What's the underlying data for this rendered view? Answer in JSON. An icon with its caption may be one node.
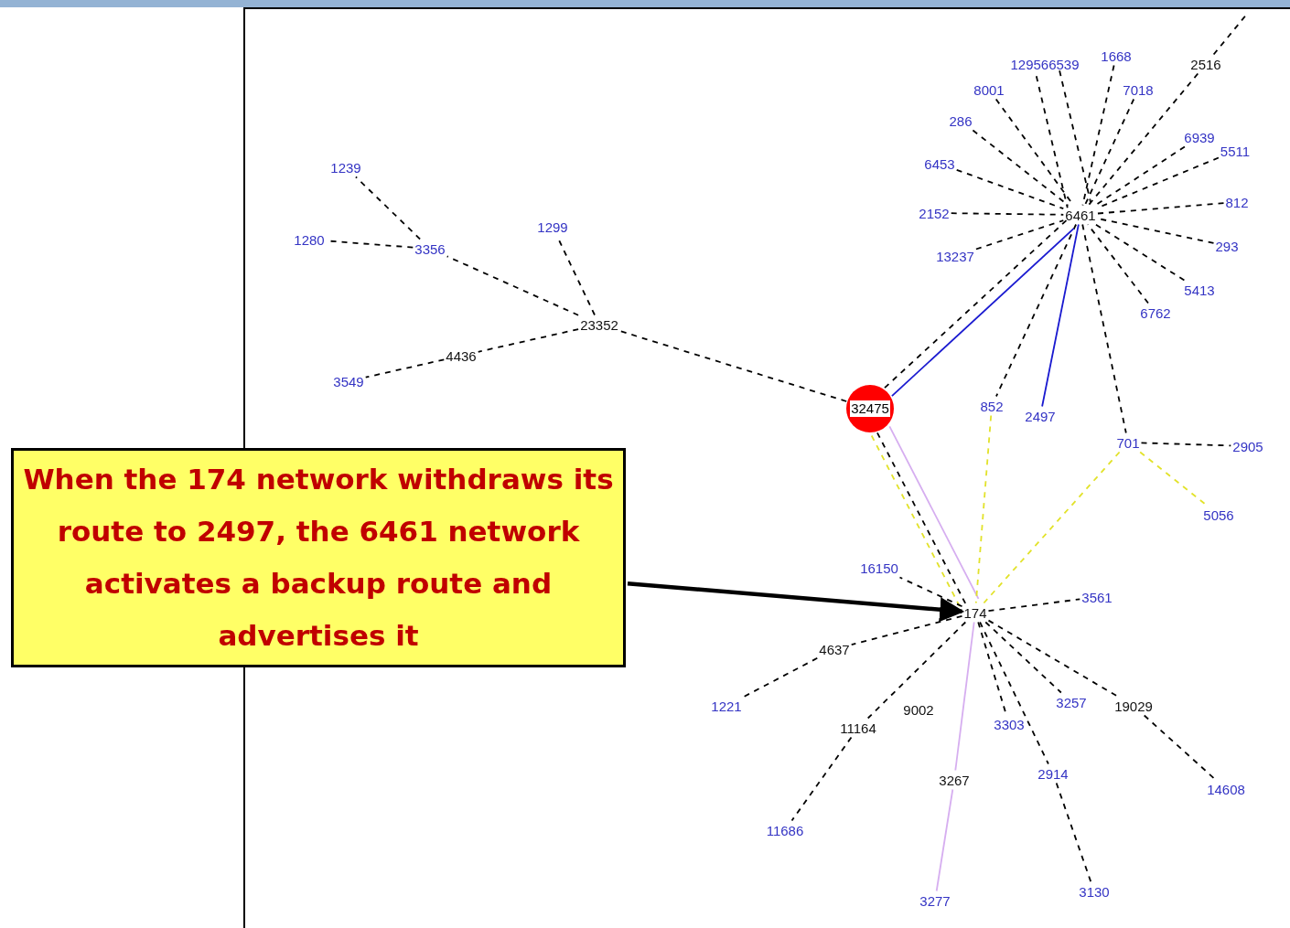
{
  "diagram": {
    "nodes": [
      {
        "text": [
          "When the 174 network withdraws its route to 2497, the 6461 network activates a backup route and advertises it"
        ]
      },
      {
        "text": [
          "6461"
        ]
      },
      {
        "text": [
          "129566539"
        ]
      },
      {
        "text": [
          "1668"
        ]
      },
      {
        "text": [
          "7018"
        ]
      },
      {
        "text": [
          "2516"
        ]
      },
      {
        "text": [
          "8001"
        ]
      },
      {
        "text": [
          "286"
        ]
      },
      {
        "text": [
          "6453"
        ]
      },
      {
        "text": [
          "2152"
        ]
      },
      {
        "text": [
          "13237"
        ]
      },
      {
        "text": [
          "6939"
        ]
      },
      {
        "text": [
          "5511"
        ]
      },
      {
        "text": [
          "812"
        ]
      },
      {
        "text": [
          "293"
        ]
      },
      {
        "text": [
          "5413"
        ]
      },
      {
        "text": [
          "6762"
        ]
      },
      {
        "text": [
          "852"
        ]
      },
      {
        "text": [
          "2497"
        ]
      },
      {
        "text": [
          "701"
        ]
      },
      {
        "text": [
          "2905"
        ]
      },
      {
        "text": [
          "5056"
        ]
      },
      {
        "text": [
          "32475"
        ]
      },
      {
        "text": [
          "23352"
        ]
      },
      {
        "text": [
          "1299"
        ]
      },
      {
        "text": [
          "3356"
        ]
      },
      {
        "text": [
          "1239"
        ]
      },
      {
        "text": [
          "1280"
        ]
      },
      {
        "text": [
          "4436"
        ]
      },
      {
        "text": [
          "3549"
        ]
      },
      {
        "text": [
          "174"
        ]
      },
      {
        "text": [
          "16150"
        ]
      },
      {
        "text": [
          "3561"
        ]
      },
      {
        "text": [
          "4637"
        ]
      },
      {
        "text": [
          "1221"
        ]
      },
      {
        "text": [
          "9002"
        ]
      },
      {
        "text": [
          "11164"
        ]
      },
      {
        "text": [
          "11686"
        ]
      },
      {
        "text": [
          "3267"
        ]
      },
      {
        "text": [
          "3277"
        ]
      },
      {
        "text": [
          "3303"
        ]
      },
      {
        "text": [
          "2914"
        ]
      },
      {
        "text": [
          "3130"
        ]
      },
      {
        "text": [
          "3257"
        ]
      },
      {
        "text": [
          "19029"
        ]
      },
      {
        "text": [
          "14608"
        ]
      }
    ],
    "edges": [
      {
        "from": 0,
        "to": 30,
        "arrow": "to",
        "style": "thick"
      },
      {
        "from": 2,
        "to": 1,
        "arrow": "none",
        "style": "dashed"
      },
      {
        "from": 2,
        "to": 1,
        "arrow": "none",
        "style": "dashed"
      },
      {
        "from": 3,
        "to": 1,
        "arrow": "none",
        "style": "dashed"
      },
      {
        "from": 4,
        "to": 1,
        "arrow": "none",
        "style": "dashed"
      },
      {
        "from": 5,
        "to": 1,
        "arrow": "none",
        "style": "dashed"
      },
      {
        "from": 6,
        "to": 1,
        "arrow": "none",
        "style": "dashed"
      },
      {
        "from": 7,
        "to": 1,
        "arrow": "none",
        "style": "dashed"
      },
      {
        "from": 8,
        "to": 1,
        "arrow": "none",
        "style": "dashed"
      },
      {
        "from": 9,
        "to": 1,
        "arrow": "none",
        "style": "dashed"
      },
      {
        "from": 10,
        "to": 1,
        "arrow": "none",
        "style": "dashed"
      },
      {
        "from": 11,
        "to": 1,
        "arrow": "none",
        "style": "dashed"
      },
      {
        "from": 12,
        "to": 1,
        "arrow": "none",
        "style": "dashed"
      },
      {
        "from": 13,
        "to": 1,
        "arrow": "none",
        "style": "dashed"
      },
      {
        "from": 14,
        "to": 1,
        "arrow": "none",
        "style": "dashed"
      },
      {
        "from": 15,
        "to": 1,
        "arrow": "none",
        "style": "dashed"
      },
      {
        "from": 16,
        "to": 1,
        "arrow": "none",
        "style": "dashed"
      },
      {
        "from": 1,
        "to": 17,
        "arrow": "none",
        "style": "dashed"
      },
      {
        "from": 1,
        "to": 19,
        "arrow": "none",
        "style": "dashed"
      },
      {
        "from": 1,
        "to": 22,
        "arrow": "none",
        "style": "dashed"
      },
      {
        "from": 1,
        "to": 22,
        "arrow": "none",
        "color": "#1a1ad0"
      },
      {
        "from": 1,
        "to": 18,
        "arrow": "none",
        "color": "#1a1ad0"
      },
      {
        "from": 5,
        "to": null,
        "arrow": "none",
        "style": "dashed"
      },
      {
        "from": 22,
        "to": 23,
        "arrow": "none",
        "style": "dashed"
      },
      {
        "from": 23,
        "to": 24,
        "arrow": "none",
        "style": "dashed"
      },
      {
        "from": 23,
        "to": 25,
        "arrow": "none",
        "style": "dashed"
      },
      {
        "from": 25,
        "to": 26,
        "arrow": "none",
        "style": "dashed"
      },
      {
        "from": 25,
        "to": 27,
        "arrow": "none",
        "style": "dashed"
      },
      {
        "from": 23,
        "to": 28,
        "arrow": "none",
        "style": "dashed"
      },
      {
        "from": 28,
        "to": 29,
        "arrow": "none",
        "style": "dashed"
      },
      {
        "from": 22,
        "to": 30,
        "arrow": "none",
        "style": "dashed"
      },
      {
        "from": 22,
        "to": 30,
        "arrow": "none",
        "style": "dashed",
        "color": "#e2e22a"
      },
      {
        "from": 22,
        "to": 30,
        "arrow": "none",
        "color": "#d6aef0"
      },
      {
        "from": 30,
        "to": 38,
        "arrow": "none",
        "color": "#d6aef0"
      },
      {
        "from": 38,
        "to": 39,
        "arrow": "none",
        "color": "#d6aef0"
      },
      {
        "from": 17,
        "to": 30,
        "arrow": "none",
        "style": "dashed",
        "color": "#e2e22a"
      },
      {
        "from": 19,
        "to": 30,
        "arrow": "none",
        "style": "dashed",
        "color": "#e2e22a"
      },
      {
        "from": 19,
        "to": 20,
        "arrow": "none",
        "style": "dashed"
      },
      {
        "from": 19,
        "to": 21,
        "arrow": "none",
        "style": "dashed",
        "color": "#e2e22a"
      },
      {
        "from": 30,
        "to": 31,
        "arrow": "none",
        "style": "dashed"
      },
      {
        "from": 30,
        "to": 32,
        "arrow": "none",
        "style": "dashed"
      },
      {
        "from": 30,
        "to": 33,
        "arrow": "none",
        "style": "dashed"
      },
      {
        "from": 33,
        "to": 34,
        "arrow": "none",
        "style": "dashed"
      },
      {
        "from": 30,
        "to": 36,
        "arrow": "none",
        "style": "dashed"
      },
      {
        "from": 36,
        "to": 37,
        "arrow": "none",
        "style": "dashed"
      },
      {
        "from": 30,
        "to": 40,
        "arrow": "none",
        "style": "dashed"
      },
      {
        "from": 30,
        "to": 41,
        "arrow": "none",
        "style": "dashed"
      },
      {
        "from": 41,
        "to": 42,
        "arrow": "none",
        "style": "dashed"
      },
      {
        "from": 30,
        "to": 43,
        "arrow": "none",
        "style": "dashed"
      },
      {
        "from": 30,
        "to": 44,
        "arrow": "none",
        "style": "dashed"
      },
      {
        "from": 44,
        "to": 45,
        "arrow": "none",
        "style": "dashed"
      }
    ]
  }
}
